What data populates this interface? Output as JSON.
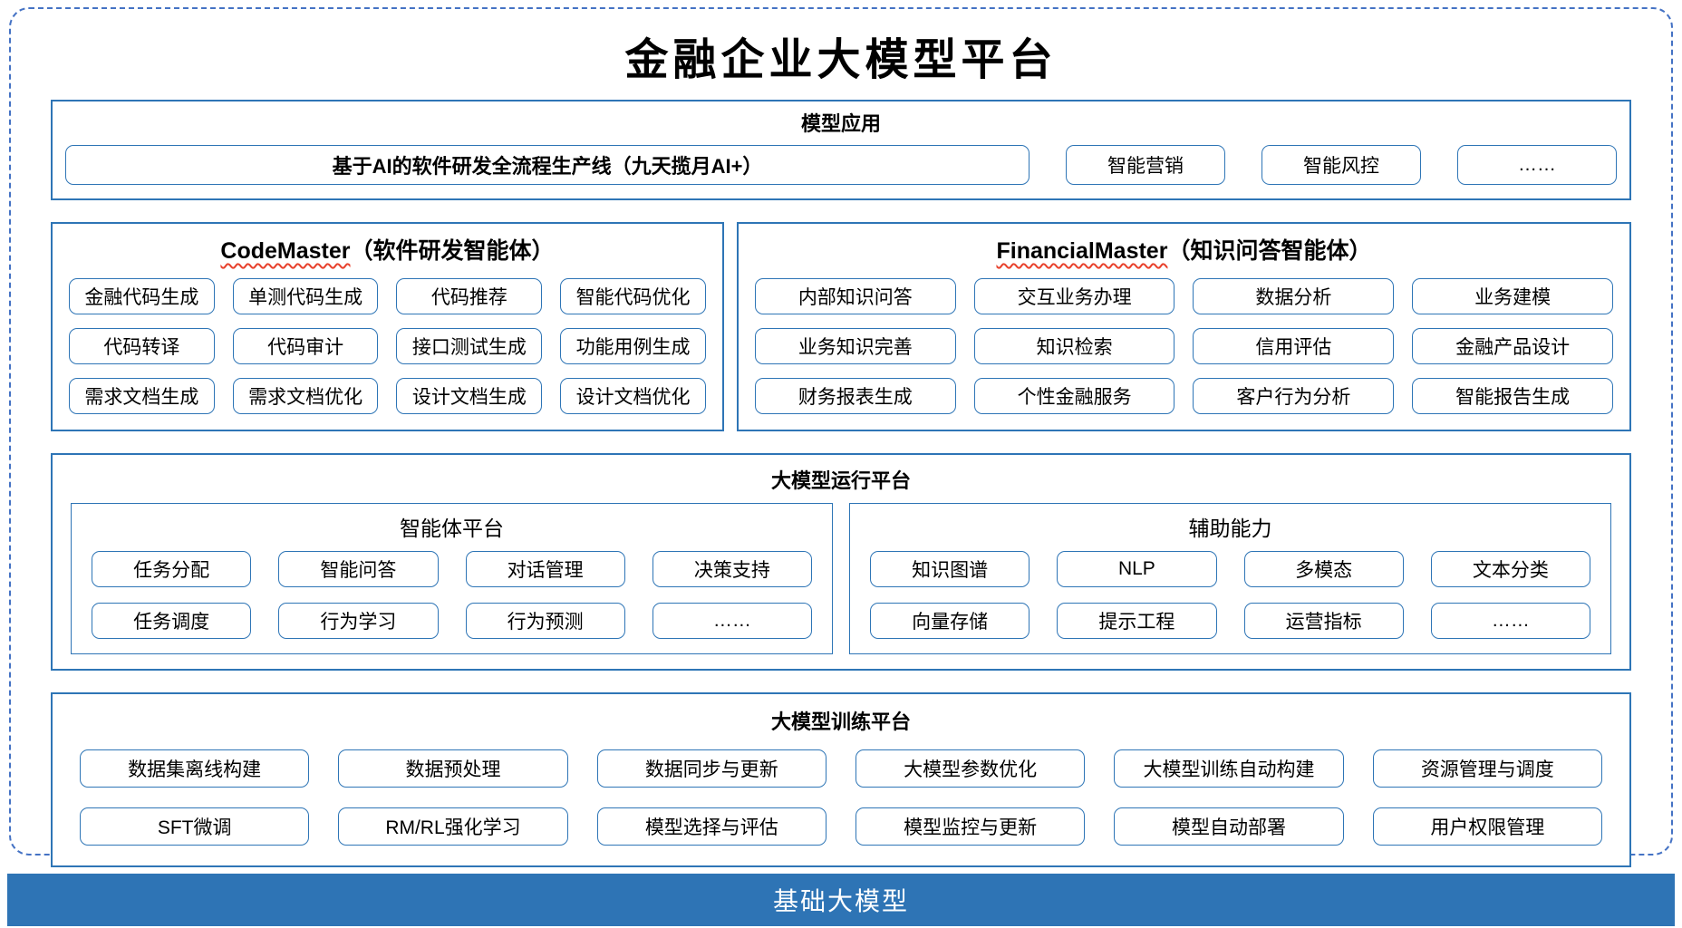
{
  "page": {
    "title": "金融企业大模型平台"
  },
  "colors": {
    "dashed_border": "#4472C4",
    "section_border": "#2E75B6",
    "chip_border": "#2E75B6",
    "bar_background": "#2E74B5",
    "bar_text": "#FFFFFF",
    "squiggle_red": "#E8412C"
  },
  "model_app": {
    "title": "模型应用",
    "main_item": "基于AI的软件研发全流程生产线（九天揽月AI+）",
    "items": [
      "智能营销",
      "智能风控",
      "……"
    ]
  },
  "code_master": {
    "title_latin": "CodeMaster",
    "title_rest": "（软件研发智能体）",
    "items": [
      "金融代码生成",
      "单测代码生成",
      "代码推荐",
      "智能代码优化",
      "代码转译",
      "代码审计",
      "接口测试生成",
      "功能用例生成",
      "需求文档生成",
      "需求文档优化",
      "设计文档生成",
      "设计文档优化"
    ]
  },
  "financial_master": {
    "title_latin": "FinancialMaster",
    "title_rest": "（知识问答智能体）",
    "items": [
      "内部知识问答",
      "交互业务办理",
      "数据分析",
      "业务建模",
      "业务知识完善",
      "知识检索",
      "信用评估",
      "金融产品设计",
      "财务报表生成",
      "个性金融服务",
      "客户行为分析",
      "智能报告生成"
    ]
  },
  "runtime": {
    "title": "大模型运行平台",
    "agent_platform": {
      "title": "智能体平台",
      "items": [
        "任务分配",
        "智能问答",
        "对话管理",
        "决策支持",
        "任务调度",
        "行为学习",
        "行为预测",
        "……"
      ]
    },
    "aux_ability": {
      "title": "辅助能力",
      "items": [
        "知识图谱",
        "NLP",
        "多模态",
        "文本分类",
        "向量存储",
        "提示工程",
        "运营指标",
        "……"
      ]
    }
  },
  "training": {
    "title": "大模型训练平台",
    "items": [
      "数据集离线构建",
      "数据预处理",
      "数据同步与更新",
      "大模型参数优化",
      "大模型训练自动构建",
      "资源管理与调度",
      "SFT微调",
      "RM/RL强化学习",
      "模型选择与评估",
      "模型监控与更新",
      "模型自动部署",
      "用户权限管理"
    ]
  },
  "foundation": {
    "title": "基础大模型"
  }
}
